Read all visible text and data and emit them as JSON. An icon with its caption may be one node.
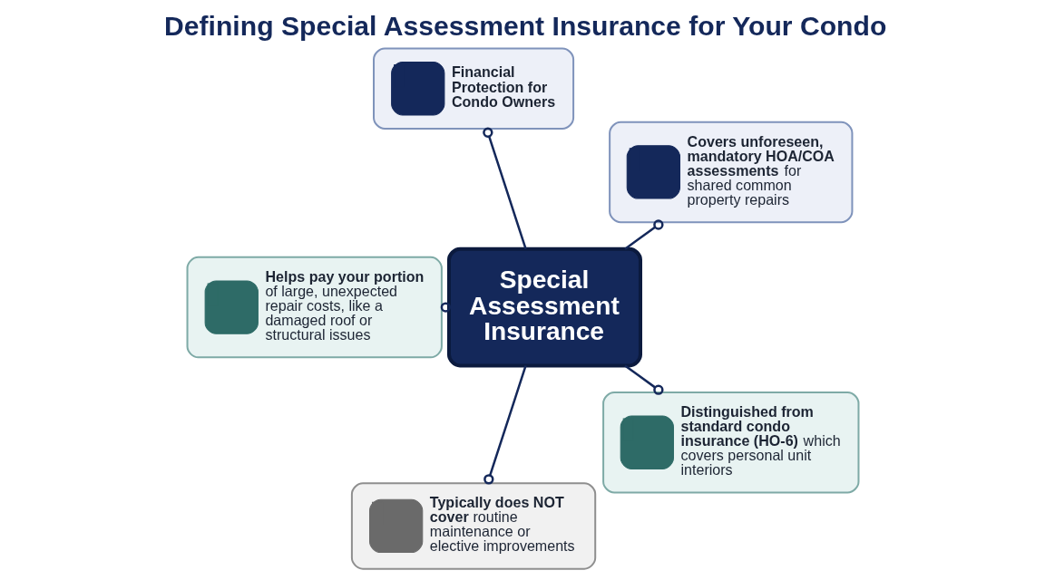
{
  "diagram": {
    "title": "Defining Special Assessment Insurance for Your Condo",
    "nodes": [
      {
        "text": [
          "Financial Protection for Condo Owners"
        ]
      },
      {
        "text": [
          "**Covers unforeseen, mandatory HOA/COA assessments** for shared common property repairs"
        ]
      },
      {
        "text": [
          "Special Assessment Insurance"
        ]
      },
      {
        "text": [
          "**Helps pay your portion** of large, unexpected repair costs, like a damaged roof or structural issues"
        ]
      },
      {
        "text": [
          "**Distinguished from standard condo insurance (HO-6)** which covers personal unit interiors"
        ]
      },
      {
        "text": [
          "**Typically does NOT cover** routine maintenance or elective improvements"
        ]
      }
    ],
    "edges": [
      {
        "from": 2,
        "to": 0,
        "arrow": "other"
      },
      {
        "from": 2,
        "to": 1,
        "arrow": "other"
      },
      {
        "from": 2,
        "to": 3,
        "arrow": "other"
      },
      {
        "from": 2,
        "to": 4,
        "arrow": "other"
      },
      {
        "from": 2,
        "to": 5,
        "arrow": "other"
      }
    ]
  }
}
